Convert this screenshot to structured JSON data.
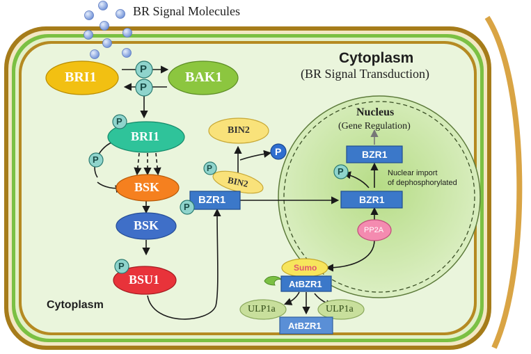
{
  "header": {
    "signal_molecules_label": "BR Signal Molecules"
  },
  "regions": {
    "cytoplasm_title": "Cytoplasm",
    "cytoplasm_subtitle": "(BR Signal Transduction)",
    "cytoplasm_label": "Cytoplasm",
    "nucleus_title": "Nucleus",
    "nucleus_subtitle": "(Gene Regulation)",
    "nuclear_import_line1": "Nuclear import",
    "nuclear_import_line2": "of dephosphorylated"
  },
  "nodes": {
    "bri1_receptor": "BRI1",
    "bak1": "BAK1",
    "bri1_phospho": "BRI1",
    "bsk_orange": "BSK",
    "bsk_blue": "BSK",
    "bsu1": "BSU1",
    "bin2_free": "BIN2",
    "bin2_bound": "BIN2",
    "bzr1_cyto": "BZR1",
    "bzr1_nuclear": "BZR1",
    "bzr1_top": "BZR1",
    "pp2a": "PP2A",
    "sumo": "Sumo",
    "atbzr1_top": "AtBZR1",
    "atbzr1_bottom": "AtBZR1",
    "ulp1a_left": "ULP1a",
    "ulp1a_right": "ULP1a"
  },
  "phosphate_label": "P",
  "colors": {
    "cell_wall_outer": "#a67c1a",
    "membrane_green": "#7bc043",
    "cytoplasm_fill": "#eaf5dc",
    "nucleus_fill": "#c9e4a5",
    "bri1": "#f2c012",
    "bak1": "#8cc63f",
    "bri1_teal": "#2fc39a",
    "bsk_orange": "#f5801f",
    "bsk_blue": "#3f6fc8",
    "bsu1": "#e8333a",
    "bin2": "#f9e27a",
    "bzr1_box": "#3b78c9",
    "pp2a": "#f48bb0",
    "sumo": "#f7e55c",
    "ulp1a": "#c8df9c",
    "phosphate": "#8fd4cc"
  }
}
